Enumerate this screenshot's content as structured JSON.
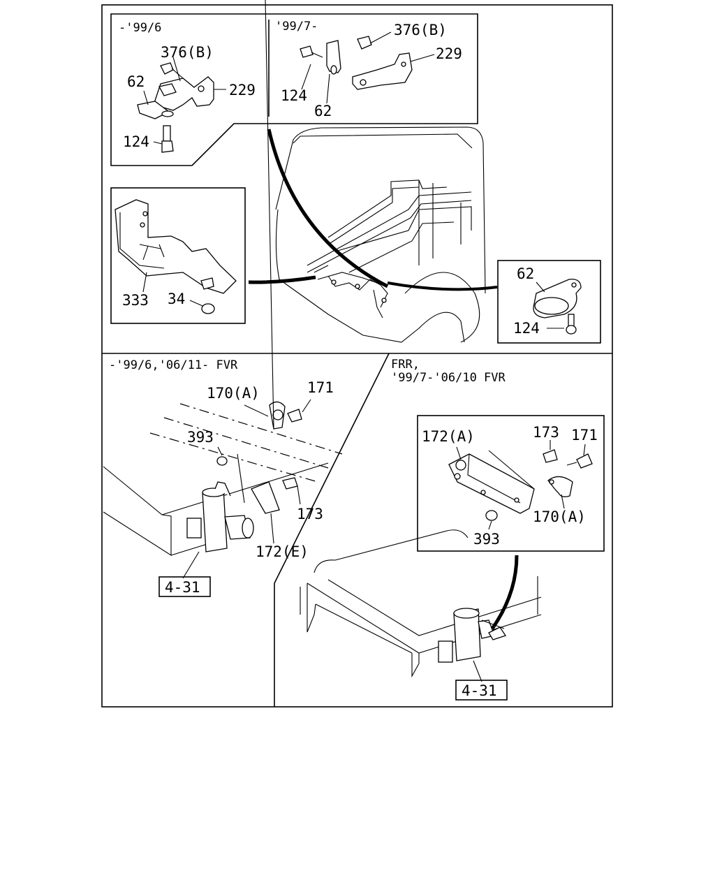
{
  "panels": {
    "top_left_inset": {
      "header": "-'99/6",
      "labels": [
        "376(B)",
        "62",
        "229",
        "124"
      ]
    },
    "top_right_inset": {
      "header": "'99/7-",
      "labels": [
        "376(B)",
        "229",
        "124",
        "62"
      ]
    },
    "bracket_inset": {
      "labels": [
        "333",
        "34"
      ]
    },
    "clamp_inset": {
      "labels": [
        "62",
        "124"
      ]
    },
    "bottom_left": {
      "header": "-'99/6,'06/11-   FVR",
      "labels": [
        "170(A)",
        "171",
        "393",
        "173",
        "172(E)"
      ],
      "ref_box": "4-31"
    },
    "bottom_right": {
      "header_line1": "FRR,",
      "header_line2": "'99/7-'06/10   FVR",
      "labels": [
        "172(A)",
        "173",
        "171",
        "170(A)",
        "393"
      ],
      "ref_box": "4-31"
    }
  }
}
